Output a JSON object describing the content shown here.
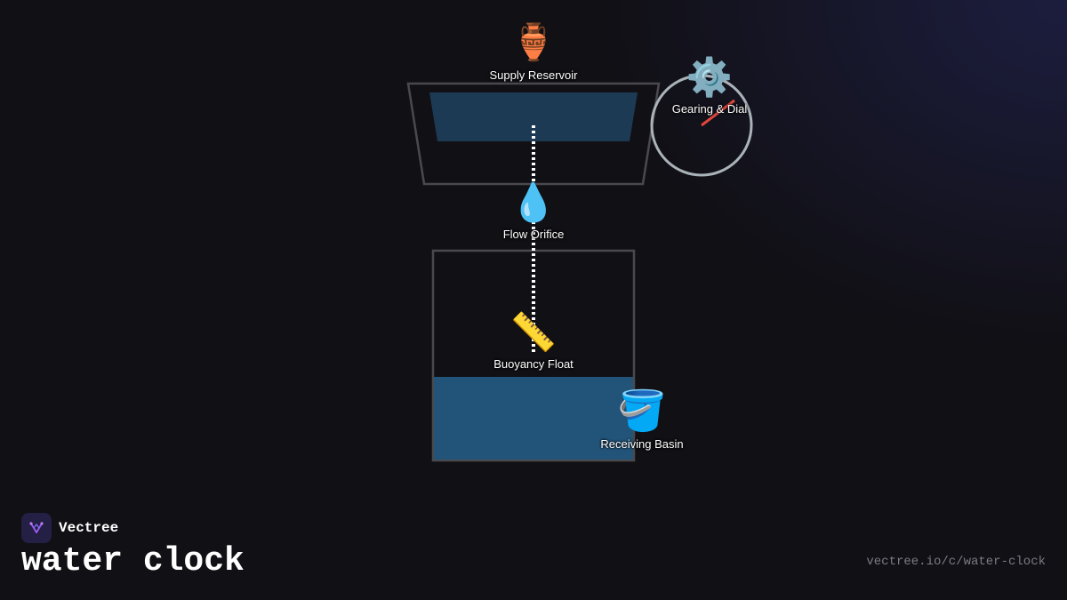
{
  "brand": {
    "name": "Vectree",
    "logo_icon": "vectree-logo-icon"
  },
  "title": "water clock",
  "url": "vectree.io/c/water-clock",
  "colors": {
    "background": "#111015",
    "water_upper": "#1d3a55",
    "water_lower": "#22547a",
    "vessel_stroke": "#4a4a4e",
    "dial_stroke": "#a9b3b8",
    "dial_hand": "#e2463a",
    "flow_line": "#ffffff"
  },
  "nodes": [
    {
      "id": "supply-reservoir",
      "label": "Supply Reservoir",
      "icon": "amphora-icon",
      "glyph": "🏺"
    },
    {
      "id": "gearing-dial",
      "label": "Gearing & Dial",
      "icon": "gear-icon",
      "glyph": "⚙️"
    },
    {
      "id": "flow-orifice",
      "label": "Flow Orifice",
      "icon": "droplet-icon",
      "glyph": "💧"
    },
    {
      "id": "buoyancy-float",
      "label": "Buoyancy Float",
      "icon": "ruler-icon",
      "glyph": "📏"
    },
    {
      "id": "receiving-basin",
      "label": "Receiving Basin",
      "icon": "bucket-icon",
      "glyph": "🪣"
    }
  ]
}
